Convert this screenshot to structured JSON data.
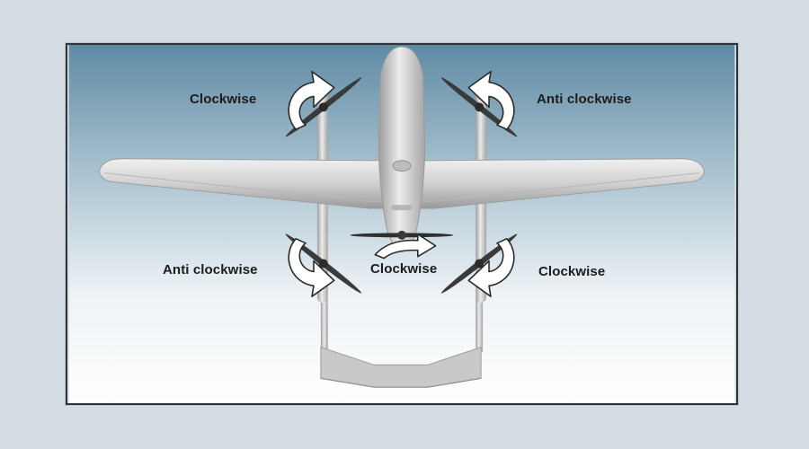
{
  "labels": {
    "rotor_front_left": "Clockwise",
    "rotor_front_right": "Anti clockwise",
    "rotor_rear_left": "Anti clockwise",
    "pusher_propeller": "Clockwise",
    "rotor_rear_right": "Clockwise"
  },
  "colors": {
    "sky_top": "#5f8aa4",
    "sky_bottom": "#ffffff",
    "airframe": "#d3d3d3",
    "frame_border": "#2f3438"
  },
  "icons": {
    "rotation_arrow": "curved-arrow-icon",
    "propeller": "two-blade-propeller-icon"
  }
}
